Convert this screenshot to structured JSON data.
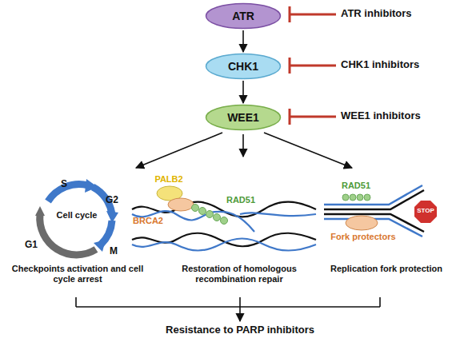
{
  "diagram": {
    "nodes": [
      {
        "text": [
          "ATR"
        ]
      },
      {
        "text": [
          "CHK1"
        ]
      },
      {
        "text": [
          "WEE1"
        ]
      }
    ],
    "edges": [
      {
        "from": 0,
        "to": 1,
        "arrow": "to"
      },
      {
        "from": 1,
        "to": 2,
        "arrow": "to"
      }
    ],
    "labels": [
      "ATR inhibitors",
      "CHK1 inhibitors",
      "WEE1 inhibitors",
      "S",
      "G2",
      "M",
      "G1",
      "Cell cycle",
      "PALB2",
      "BRCA2",
      "RAD51",
      "RAD51",
      "Fork protectors",
      "STOP",
      "Checkpoints activation and cell cycle arrest",
      "Restoration of homologous recombination repair",
      "Replication fork protection",
      "Resistance to PARP inhibitors"
    ]
  }
}
